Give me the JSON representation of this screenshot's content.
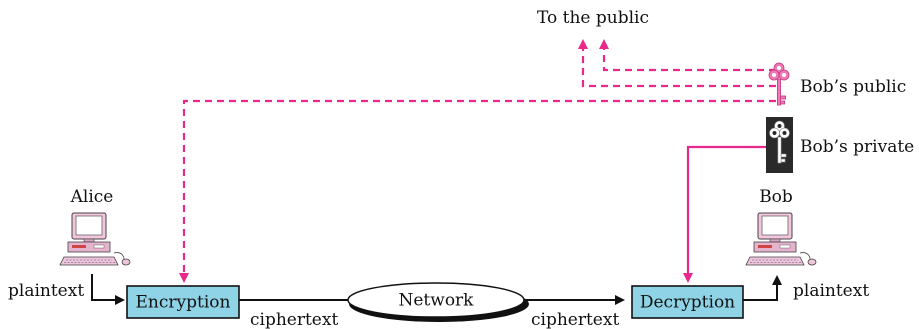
{
  "labels": {
    "to_public": "To the public",
    "bobs_public": "Bob’s public",
    "bobs_private": "Bob’s private",
    "alice": "Alice",
    "bob": "Bob",
    "plaintext_left": "plaintext",
    "plaintext_right": "plaintext",
    "ciphertext_left": "ciphertext",
    "ciphertext_right": "ciphertext",
    "encryption": "Encryption",
    "network": "Network",
    "decryption": "Decryption"
  },
  "colors": {
    "public_key_path": "#e8288a",
    "public_key_icon": "#f07ab8",
    "box_fill": "#8fd3e6",
    "line": "#111111",
    "private_key_bg": "#2a2a2a"
  },
  "icons": {
    "computer": "computer-icon",
    "public_key": "key-icon",
    "private_key": "key-icon"
  }
}
